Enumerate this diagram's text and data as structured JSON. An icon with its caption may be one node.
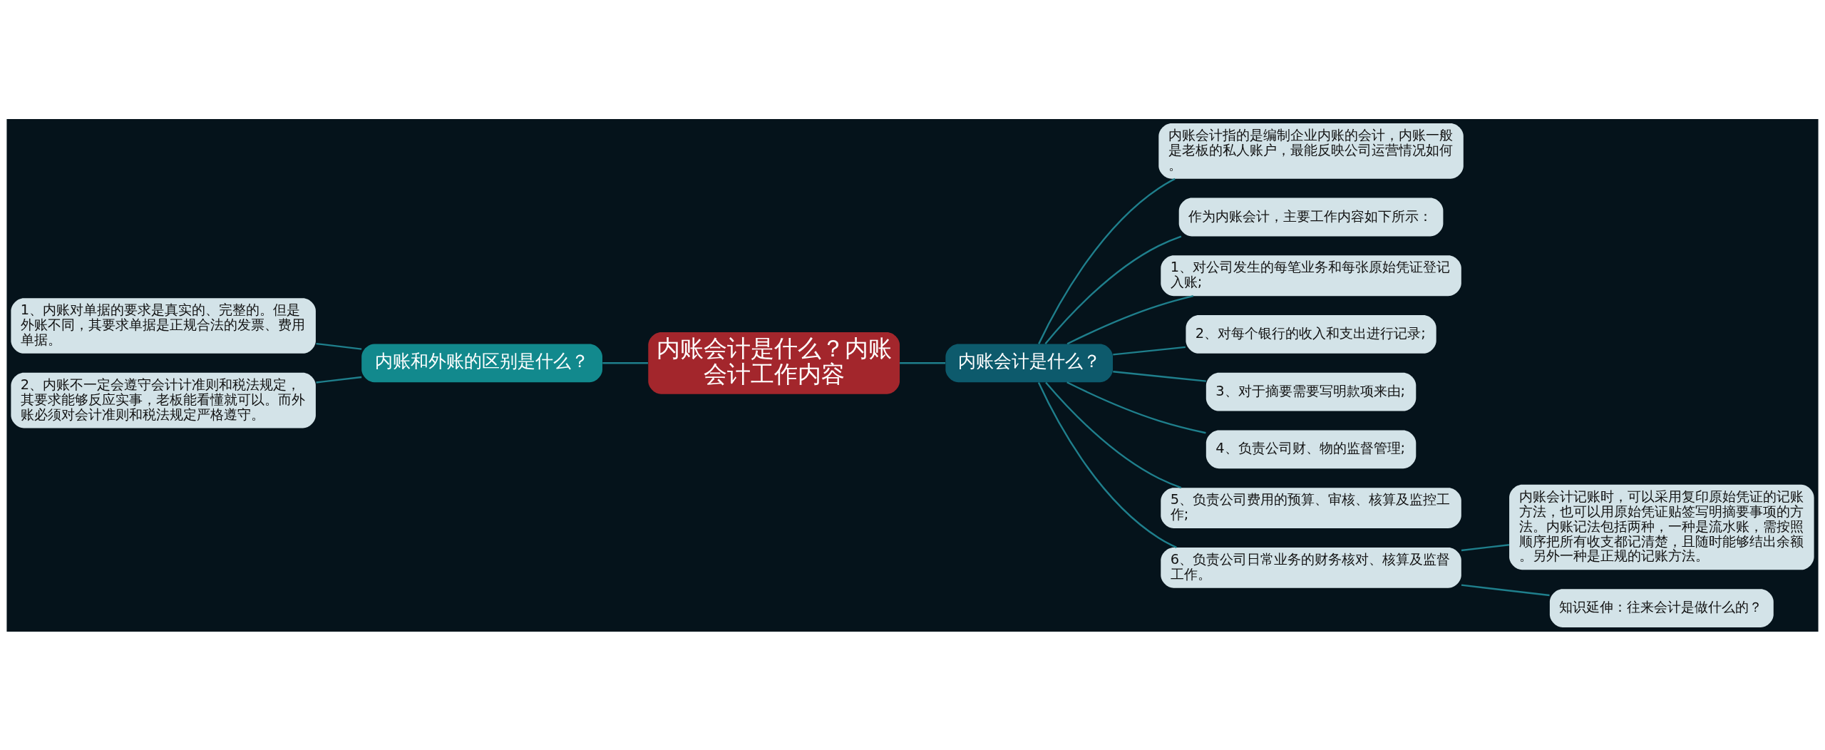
{
  "diagram": {
    "nodes": [
      {
        "text": [
          "内账会计是什么？内账会计工作内容"
        ]
      },
      {
        "text": [
          "内账和外账的区别是什么？"
        ]
      },
      {
        "text": [
          "1、内账对单据的要求是真实的、完整的。但是外账不同，其要求单据是正规合法的发票、费用单据。"
        ]
      },
      {
        "text": [
          "2、内账不一定会遵守会计计准则和税法规定，其要求能够反应实事，老板能看懂就可以。而外账必须对会计准则和税法规定严格遵守。"
        ]
      },
      {
        "text": [
          "内账会计是什么？"
        ]
      },
      {
        "text": [
          "内账会计指的是编制企业内账的会计，内账一般是老板的私人账户，最能反映公司运营情况如何。"
        ]
      },
      {
        "text": [
          "作为内账会计，主要工作内容如下所示："
        ]
      },
      {
        "text": [
          "1、对公司发生的每笔业务和每张原始凭证登记入账;"
        ]
      },
      {
        "text": [
          "2、对每个银行的收入和支出进行记录;"
        ]
      },
      {
        "text": [
          "3、对于摘要需要写明款项来由;"
        ]
      },
      {
        "text": [
          "4、负责公司财、物的监督管理;"
        ]
      },
      {
        "text": [
          "5、负责公司费用的预算、审核、核算及监控工作;"
        ]
      },
      {
        "text": [
          "6、负责公司日常业务的财务核对、核算及监督工作。"
        ]
      },
      {
        "text": [
          "内账会计记账时，可以采用复印原始凭证的记账方法，也可以用原始凭证贴签写明摘要事项的方法。内账记法包括两种，一种是流水账，需按照顺序把所有收支都记清楚，且随时能够结出余额。另外一种是正规的记账方法。"
        ]
      },
      {
        "text": [
          "知识延伸：往来会计是做什么的？"
        ]
      }
    ],
    "edges": [
      {
        "from": 1,
        "to": 0,
        "arrow": "none"
      },
      {
        "from": 2,
        "to": 1,
        "arrow": "none"
      },
      {
        "from": 3,
        "to": 1,
        "arrow": "none"
      },
      {
        "from": 0,
        "to": 4,
        "arrow": "none"
      },
      {
        "from": 4,
        "to": 5,
        "arrow": "none"
      },
      {
        "from": 4,
        "to": 6,
        "arrow": "none"
      },
      {
        "from": 4,
        "to": 7,
        "arrow": "none"
      },
      {
        "from": 4,
        "to": 8,
        "arrow": "none"
      },
      {
        "from": 4,
        "to": 9,
        "arrow": "none"
      },
      {
        "from": 4,
        "to": 10,
        "arrow": "none"
      },
      {
        "from": 4,
        "to": 11,
        "arrow": "none"
      },
      {
        "from": 4,
        "to": 12,
        "arrow": "none"
      },
      {
        "from": 12,
        "to": 13,
        "arrow": "none"
      },
      {
        "from": 12,
        "to": 14,
        "arrow": "none"
      }
    ]
  }
}
